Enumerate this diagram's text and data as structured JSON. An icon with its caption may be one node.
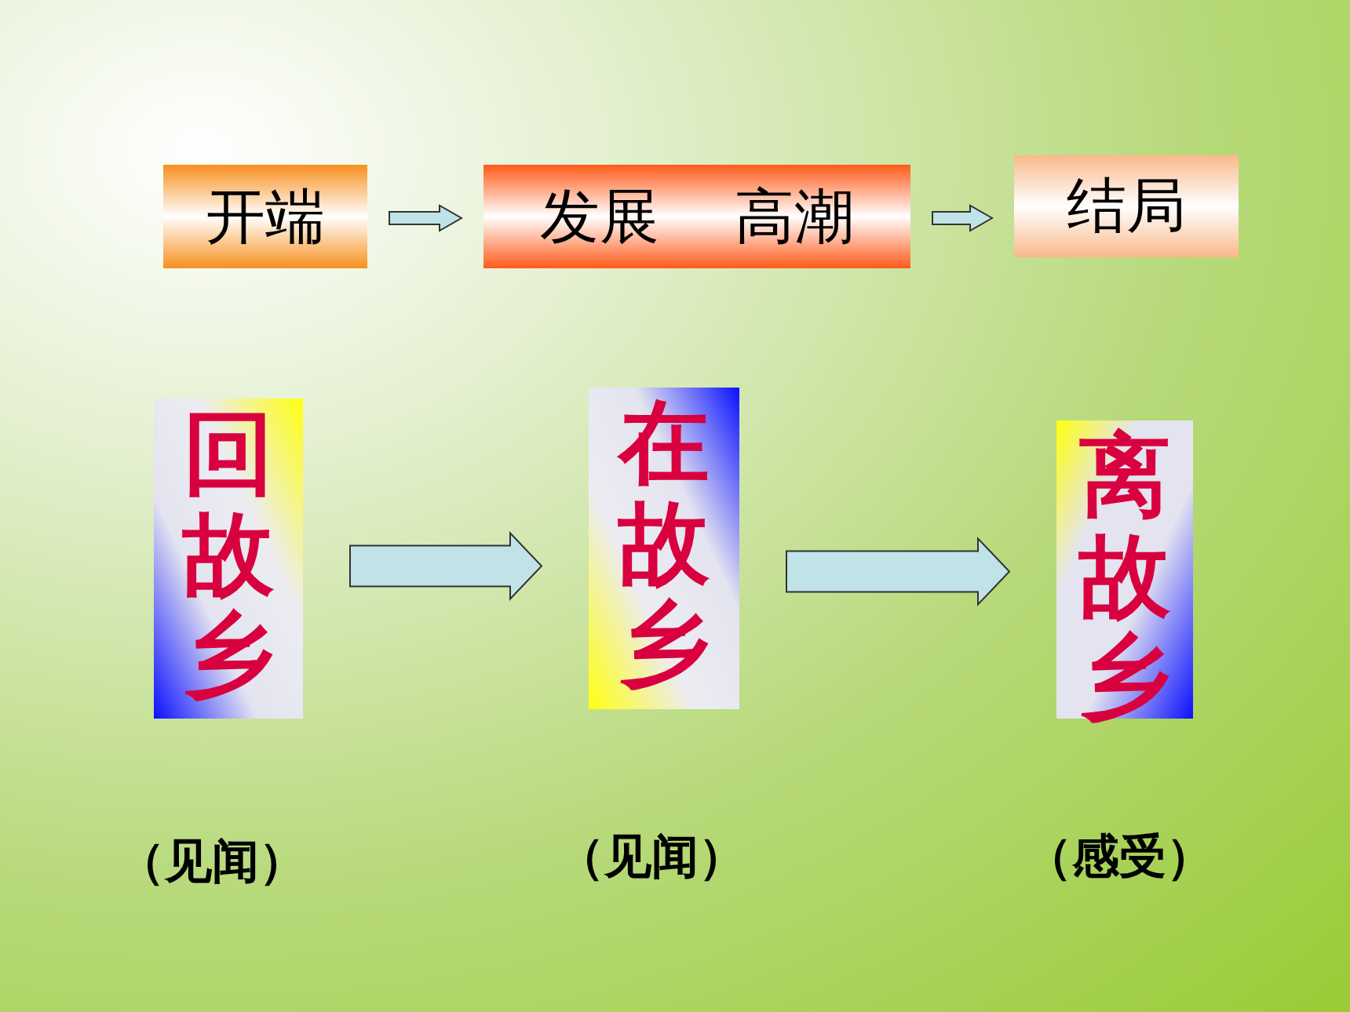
{
  "diagram": {
    "nodes": [
      {
        "text": [
          "开端"
        ]
      },
      {
        "text": [
          "发展",
          "高潮"
        ]
      },
      {
        "text": [
          "结局"
        ]
      },
      {
        "text": [
          "回故乡"
        ],
        "beside": [
          "（见闻）"
        ]
      },
      {
        "text": [
          "在故乡"
        ],
        "beside": [
          "（见闻）"
        ]
      },
      {
        "text": [
          "离故乡"
        ],
        "beside": [
          "（感受）"
        ]
      }
    ],
    "edges": [
      {
        "from": 0,
        "to": 1,
        "arrow": "to"
      },
      {
        "from": 1,
        "to": 2,
        "arrow": "to"
      },
      {
        "from": 3,
        "to": 4,
        "arrow": "to"
      },
      {
        "from": 4,
        "to": 5,
        "arrow": "to"
      }
    ]
  }
}
